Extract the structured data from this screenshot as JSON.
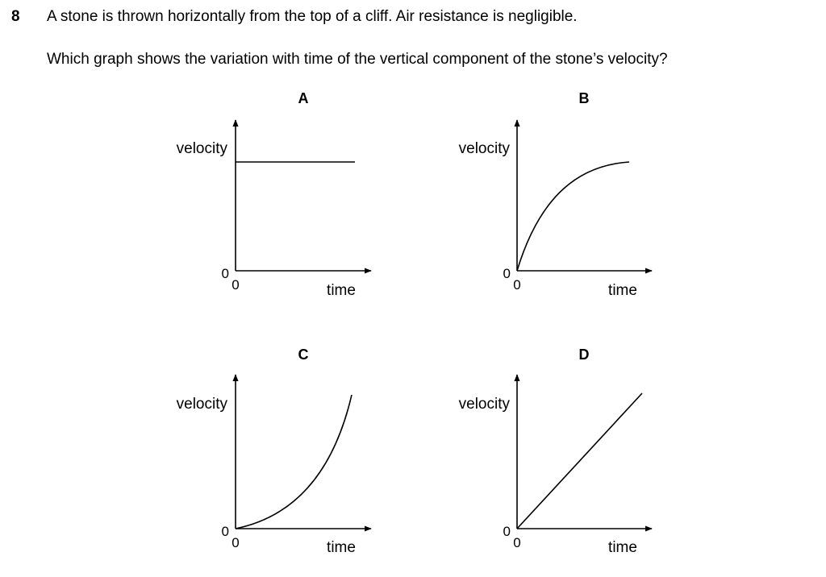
{
  "question": {
    "number": "8",
    "stem": "A stone is thrown horizontally from the top of a cliff. Air resistance is negligible.",
    "prompt": "Which graph shows the variation with time of the vertical component of the stone’s velocity?"
  },
  "options": [
    {
      "label": "A",
      "y_axis": "velocity",
      "x_axis": "time",
      "origin_y": "0",
      "origin_x": "0",
      "curve": "constant"
    },
    {
      "label": "B",
      "y_axis": "velocity",
      "x_axis": "time",
      "origin_y": "0",
      "origin_x": "0",
      "curve": "increasing-decelerating"
    },
    {
      "label": "C",
      "y_axis": "velocity",
      "x_axis": "time",
      "origin_y": "0",
      "origin_x": "0",
      "curve": "increasing-accelerating"
    },
    {
      "label": "D",
      "y_axis": "velocity",
      "x_axis": "time",
      "origin_y": "0",
      "origin_x": "0",
      "curve": "linear-increasing"
    }
  ]
}
